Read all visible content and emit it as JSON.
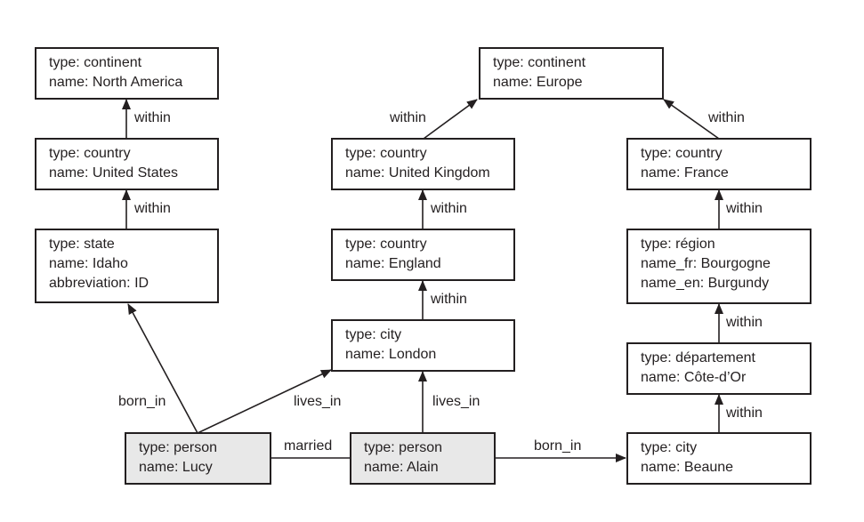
{
  "nodes": {
    "north_america": {
      "line1": "type: continent",
      "line2": "name: North America"
    },
    "europe": {
      "line1": "type: continent",
      "line2": "name: Europe"
    },
    "united_states": {
      "line1": "type: country",
      "line2": "name: United States"
    },
    "united_kingdom": {
      "line1": "type: country",
      "line2": "name: United Kingdom"
    },
    "france": {
      "line1": "type: country",
      "line2": "name: France"
    },
    "idaho": {
      "line1": "type: state",
      "line2": "name: Idaho",
      "line3": "abbreviation: ID"
    },
    "england": {
      "line1": "type: country",
      "line2": "name: England"
    },
    "bourgogne": {
      "line1": "type: région",
      "line2": "name_fr: Bourgogne",
      "line3": "name_en: Burgundy"
    },
    "london": {
      "line1": "type: city",
      "line2": "name: London"
    },
    "cote_dor": {
      "line1": "type: département",
      "line2": "name: Côte-d’Or"
    },
    "lucy": {
      "line1": "type: person",
      "line2": "name: Lucy"
    },
    "alain": {
      "line1": "type: person",
      "line2": "name: Alain"
    },
    "beaune": {
      "line1": "type: city",
      "line2": "name: Beaune"
    }
  },
  "edge_labels": {
    "within": "within",
    "born_in": "born_in",
    "lives_in": "lives_in",
    "married": "married"
  },
  "colors": {
    "stroke": "#231f20",
    "person_fill": "#e8e8e8",
    "node_fill": "#ffffff"
  }
}
